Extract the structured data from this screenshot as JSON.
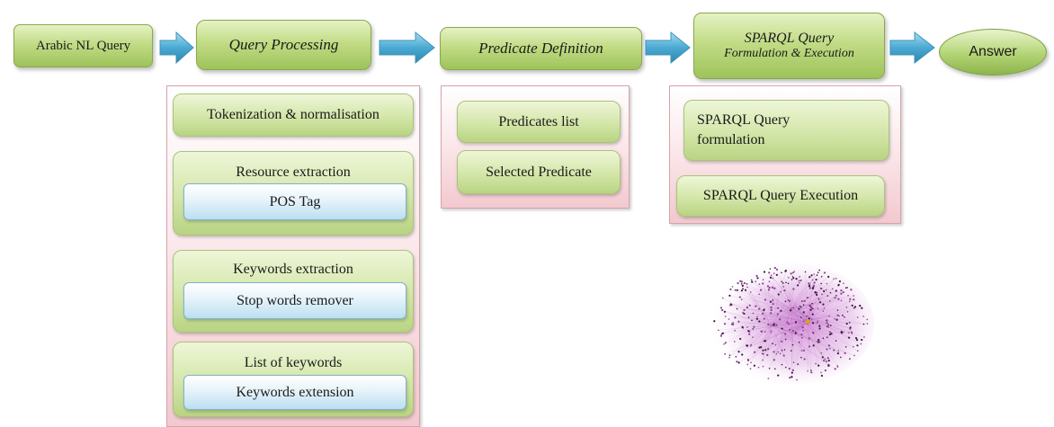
{
  "pipeline": {
    "input": "Arabic NL Query",
    "stage1": "Query Processing",
    "stage2": "Predicate Definition",
    "stage3_line1": "SPARQL Query",
    "stage3_line2": "Formulation & Execution",
    "output": "Answer"
  },
  "query_processing": {
    "tokenization": "Tokenization & normalisation",
    "resource_extraction": "Resource extraction",
    "pos_tag": "POS Tag",
    "keywords_extraction": "Keywords extraction",
    "stop_words_remover": "Stop words remover",
    "list_of_keywords": "List of keywords",
    "keywords_extension": "Keywords extension"
  },
  "predicate_definition": {
    "predicates_list": "Predicates list",
    "selected_predicate": "Selected Predicate"
  },
  "sparql": {
    "formulation": "SPARQL Query formulation",
    "execution": "SPARQL Query Execution"
  },
  "colors": {
    "arrow": "#47a7d0",
    "stage_green": "#b5d36f",
    "panel_pink": "#f2c9cf",
    "sub_blue": "#cde8f5",
    "graph_purple": "#a04fa8"
  }
}
